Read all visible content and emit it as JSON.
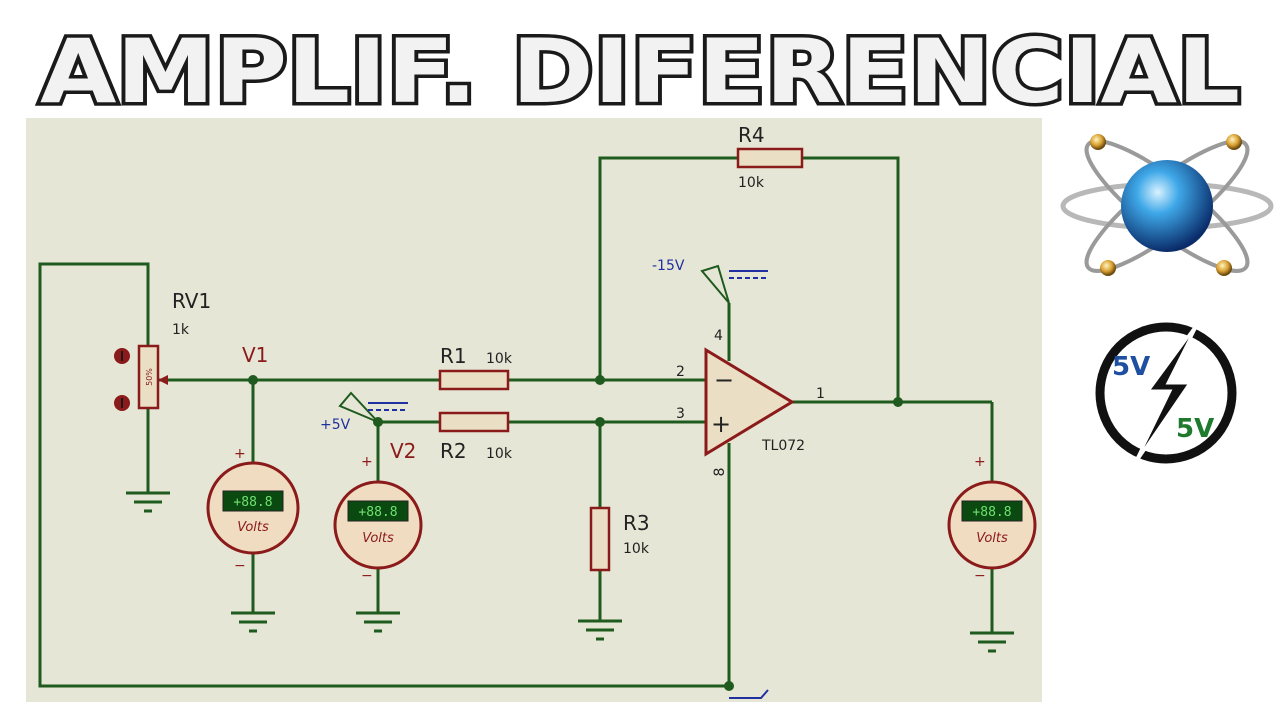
{
  "title": "AMPLIF. DIFERENCIAL",
  "components": {
    "rv1": {
      "name": "RV1",
      "value": "1k",
      "wiper": "50%"
    },
    "r1": {
      "name": "R1",
      "value": "10k"
    },
    "r2": {
      "name": "R2",
      "value": "10k"
    },
    "r3": {
      "name": "R3",
      "value": "10k"
    },
    "r4": {
      "name": "R4",
      "value": "10k"
    },
    "opamp": {
      "name": "TL072",
      "pin_inv": "2",
      "pin_noninv": "3",
      "pin_out": "1",
      "pin_vneg": "4",
      "pin_vpos": "8",
      "minus": "−",
      "plus": "+"
    }
  },
  "nets": {
    "v1": "V1",
    "v2": "V2"
  },
  "sources": {
    "pos": "+5V",
    "neg": "-15V"
  },
  "meters": {
    "display": "+88.8",
    "unit": "Volts",
    "plus": "+",
    "minus": "−"
  },
  "badge": {
    "top": "5V",
    "bottom": "5V"
  },
  "colors": {
    "wire": "#1f5a1f",
    "component": "#8b1a1a",
    "component_fill": "#eadfc4",
    "canvas": "#e6e6d6",
    "source_label": "#2030a0",
    "pin": "#222222",
    "badge_blue": "#1e4fa0",
    "badge_green": "#1f7a2e"
  },
  "icons": [
    "proteus-atom-logo",
    "lightning-bolt-icon"
  ]
}
